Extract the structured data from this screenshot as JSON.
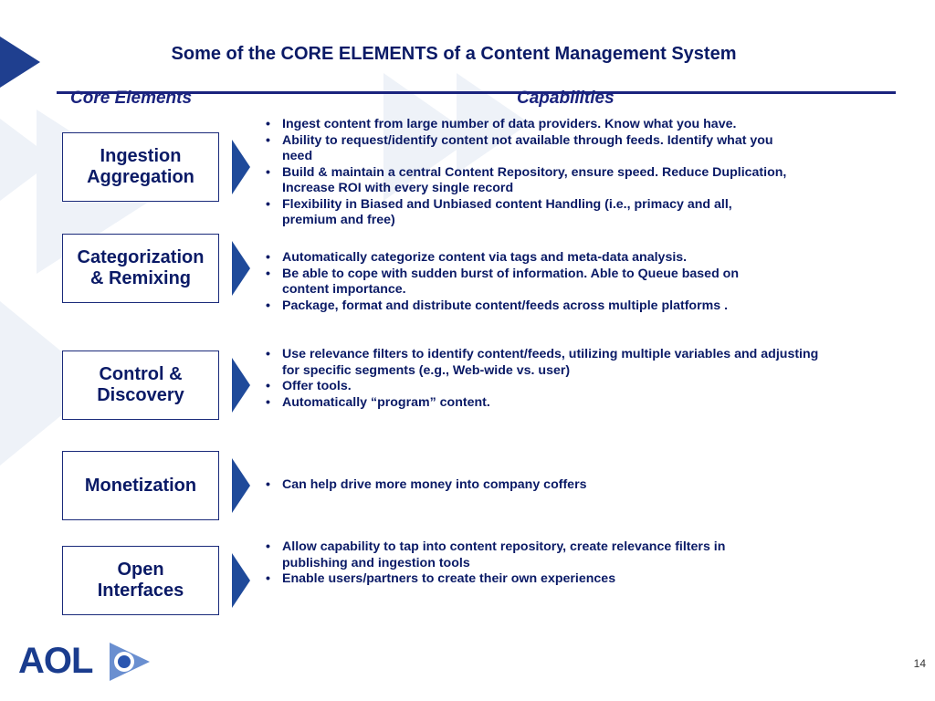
{
  "slide": {
    "title": "Some of the CORE ELEMENTS of a Content Management System",
    "col_core": "Core Elements",
    "col_caps": "Capabilities",
    "page_number": "14"
  },
  "logo": {
    "text": "AOL"
  },
  "rows": [
    {
      "element": [
        "Ingestion",
        "Aggregation"
      ],
      "caps": [
        [
          "Ingest content from large number  of data providers. Know what you have."
        ],
        [
          "Ability to request/identify content not available through feeds. Identify what you",
          "need"
        ],
        [
          "Build & maintain a central Content Repository, ensure speed. Reduce Duplication,",
          "Increase ROI with every single record"
        ],
        [
          "Flexibility in Biased and Unbiased content Handling (i.e., primacy and all,",
          "premium and free)"
        ]
      ]
    },
    {
      "element": [
        "Categorization",
        "& Remixing"
      ],
      "caps": [
        [
          "Automatically categorize content via tags and meta-data analysis."
        ],
        [
          "Be able to cope with sudden burst of information. Able to Queue based on",
          "content importance."
        ],
        [
          "Package, format and distribute content/feeds  across multiple platforms ."
        ]
      ]
    },
    {
      "element": [
        "Control &",
        "Discovery"
      ],
      "caps": [
        [
          "Use relevance filters to identify content/feeds, utilizing multiple variables and adjusting",
          "for specific segments (e.g., Web-wide  vs. user)"
        ],
        [
          "Offer tools."
        ],
        [
          "Automatically “program” content."
        ]
      ]
    },
    {
      "element": [
        "Monetization"
      ],
      "caps": [
        [
          "Can help drive more money into company coffers"
        ]
      ]
    },
    {
      "element": [
        "Open",
        "Interfaces"
      ],
      "caps": [
        [
          "Allow capability  to tap into content repository, create relevance filters in",
          "publishing and ingestion tools"
        ],
        [
          "Enable users/partners to create their own experiences"
        ]
      ]
    }
  ]
}
